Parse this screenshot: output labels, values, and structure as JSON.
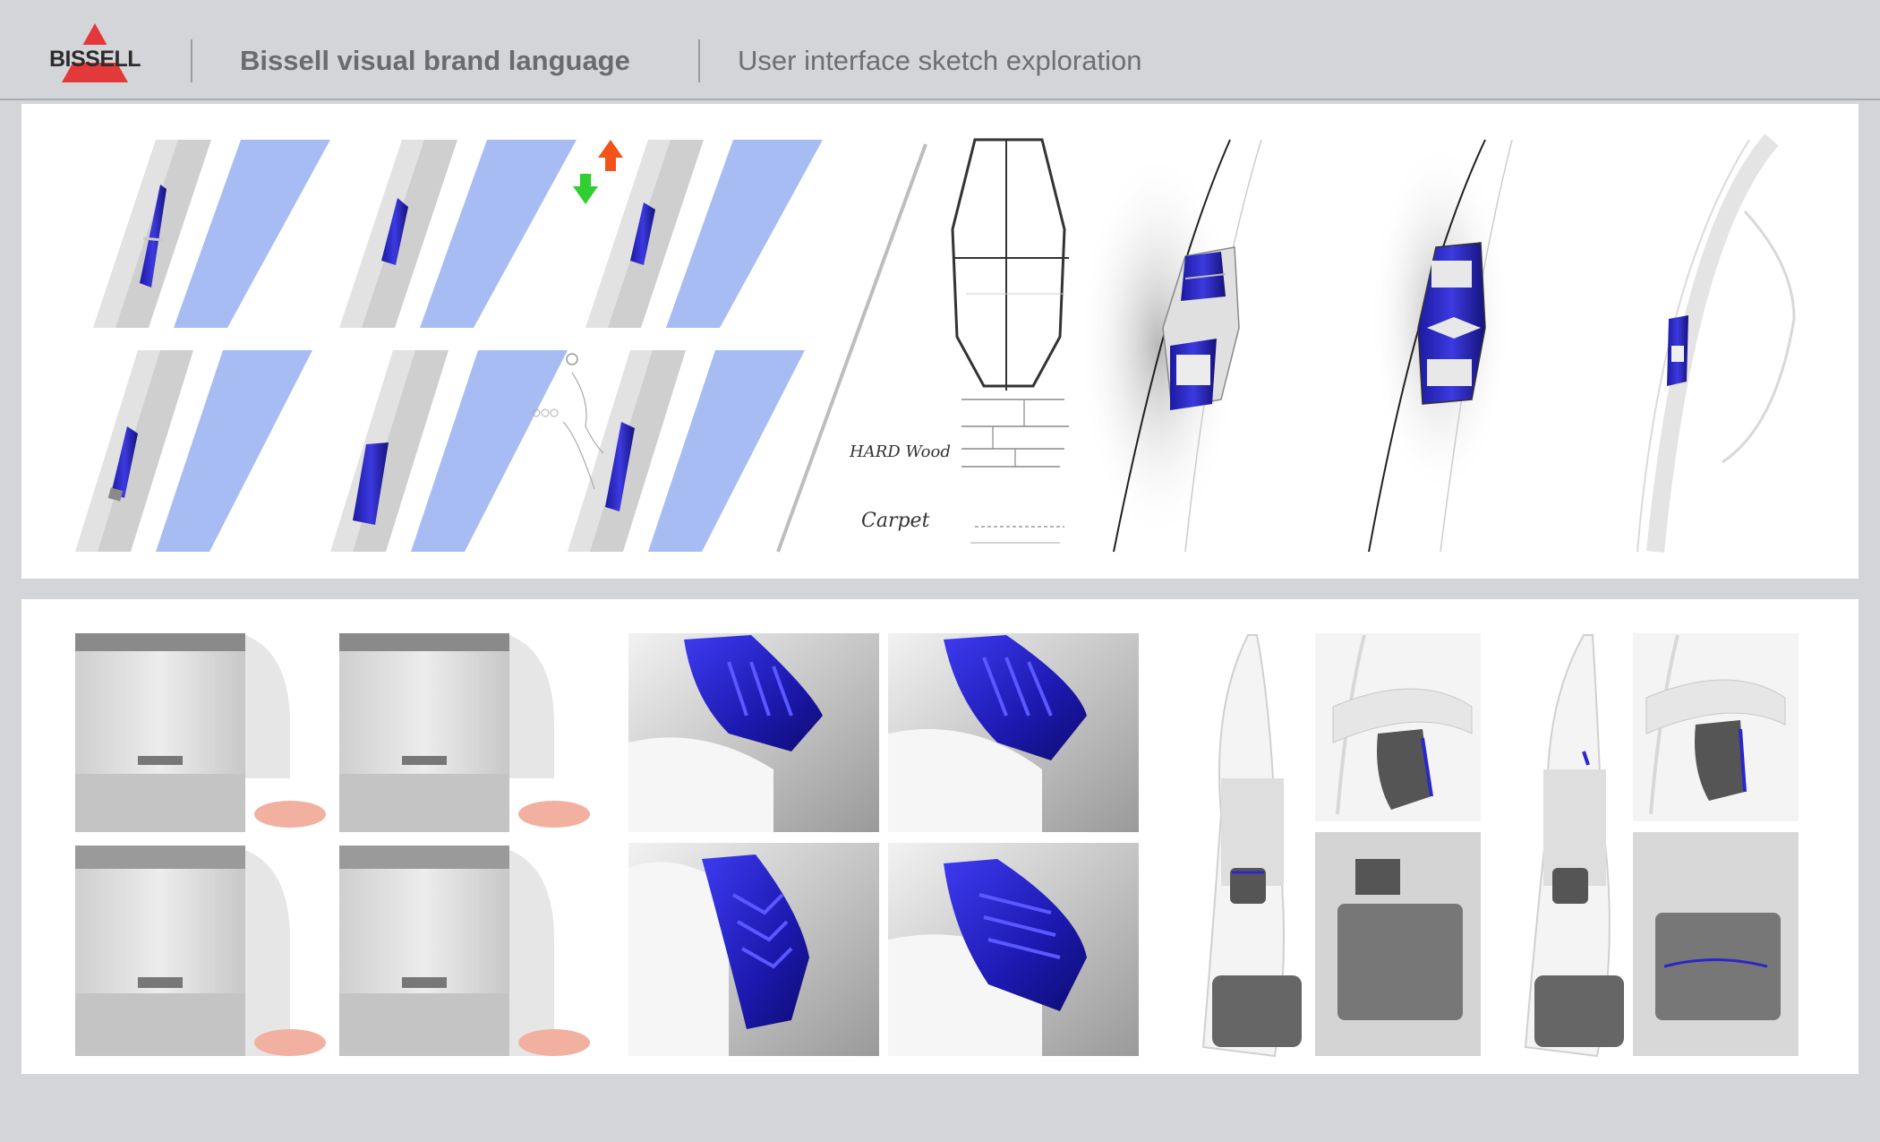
{
  "header": {
    "logo_text": "BISSELL",
    "title": "Bissell visual brand language",
    "subtitle": "User interface sketch exploration"
  },
  "sketch_labels": {
    "hard_wood": "HARD Wood",
    "carpet": "Carpet"
  },
  "colors": {
    "background": "#d4d5d8",
    "panel": "#ffffff",
    "brand_red": "#e4393a",
    "accent_blue": "#2b27c8",
    "light_blue": "#9fb2f2",
    "arrow_orange": "#f2531a",
    "arrow_green": "#2fcf2f"
  },
  "icons": [
    "bissell-logo-icon",
    "power-icon"
  ]
}
